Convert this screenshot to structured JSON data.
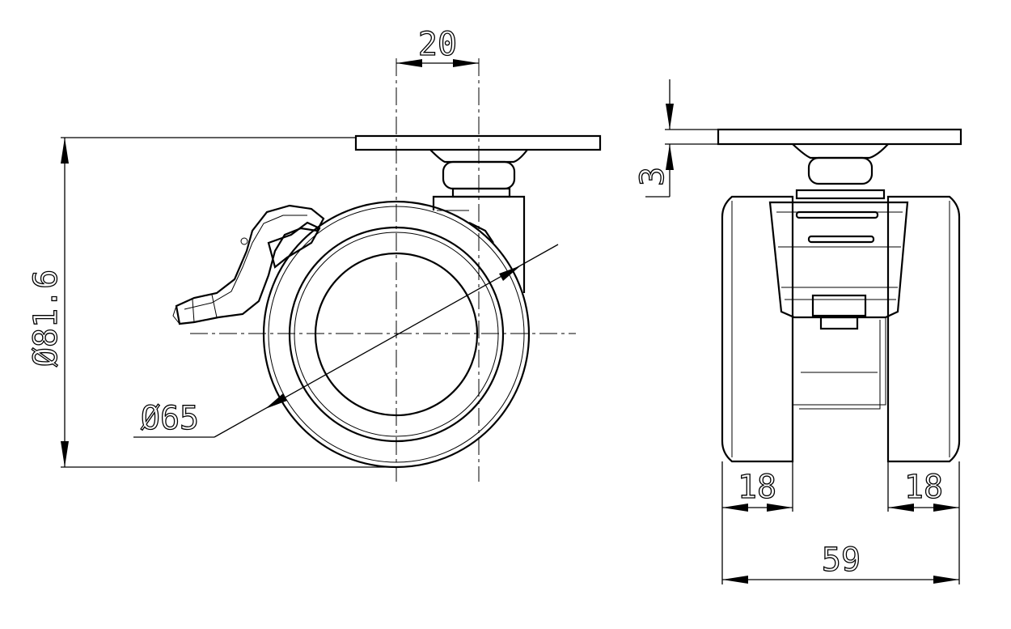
{
  "drawing": {
    "side_view": {
      "dim_stem_offset": "20",
      "dim_overall_height": "Ø81.6",
      "dim_wheel_diameter": "Ø65"
    },
    "front_view": {
      "dim_plate_thickness": "3",
      "dim_wheel_width_left": "18",
      "dim_wheel_width_right": "18",
      "dim_overall_width": "59"
    }
  }
}
